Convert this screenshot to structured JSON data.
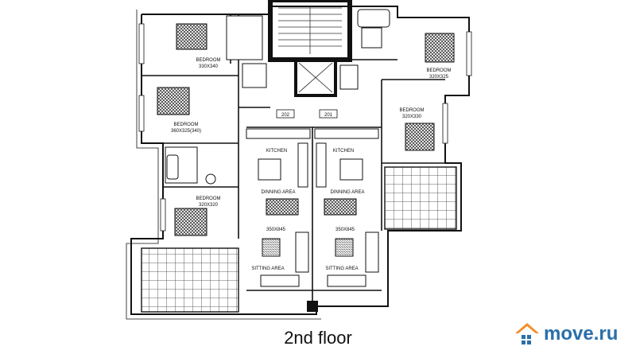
{
  "floor_caption": "2nd floor",
  "brand": {
    "name": "move.ru",
    "color_text": "#2a6fa8",
    "color_roof": "#f28c28"
  },
  "rooms": {
    "bedroom_nw": {
      "name": "BEDROOM",
      "size": "330X340"
    },
    "bedroom_w": {
      "name": "BEDROOM",
      "size": "360X325(340)"
    },
    "bedroom_sw": {
      "name": "BEDROOM",
      "size": "320X320"
    },
    "bedroom_ne": {
      "name": "BEDROOM",
      "size": "320X325"
    },
    "bedroom_e": {
      "name": "BEDROOM",
      "size": "320X330"
    },
    "kitchen_left": {
      "name": "KITCHEN"
    },
    "kitchen_right": {
      "name": "KITCHEN"
    },
    "dining_left": {
      "name": "DINNING AREA"
    },
    "dining_right": {
      "name": "DINNING AREA"
    },
    "living_left_size": "350X845",
    "living_right_size": "350X845",
    "sitting_left": {
      "name": "SITTING AREA"
    },
    "sitting_right": {
      "name": "SITTING AREA"
    }
  },
  "apartments": {
    "left": "202",
    "right": "201"
  }
}
